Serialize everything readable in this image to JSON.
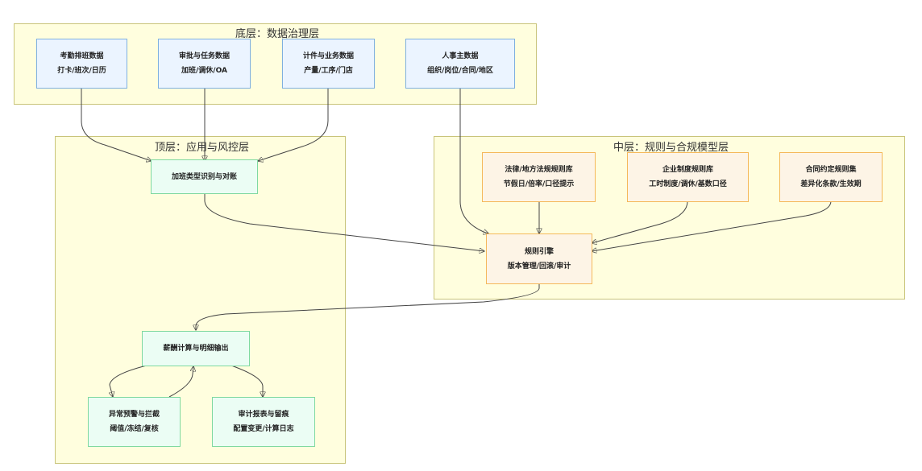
{
  "groups": {
    "bottom": {
      "title": "底层：数据治理层"
    },
    "top": {
      "title": "顶层：应用与风控层"
    },
    "middle": {
      "title": "中层：规则与合规模型层"
    }
  },
  "nodes": {
    "attendance": {
      "line1": "考勤排班数据",
      "line2": "打卡/班次/日历"
    },
    "approval": {
      "line1": "审批与任务数据",
      "line2": "加班/调休/OA"
    },
    "piecework": {
      "line1": "计件与业务数据",
      "line2": "产量/工序/门店"
    },
    "hr_master": {
      "line1": "人事主数据",
      "line2": "组织/岗位/合同/地区"
    },
    "ot_recognition": {
      "line1": "加班类型识别与对账"
    },
    "law_rules": {
      "line1": "法律/地方法规规则库",
      "line2": "节假日/倍率/口径提示"
    },
    "corp_rules": {
      "line1": "企业制度规则库",
      "line2": "工时制度/调休/基数口径"
    },
    "contract_rules": {
      "line1": "合同约定规则集",
      "line2": "差异化条款/生效期"
    },
    "rule_engine": {
      "line1": "规则引擎",
      "line2": "版本管理/回滚/审计"
    },
    "payroll_calc": {
      "line1": "薪酬计算与明细输出"
    },
    "alert": {
      "line1": "异常预警与拦截",
      "line2": "阈值/冻结/复核"
    },
    "audit_report": {
      "line1": "审计报表与留痕",
      "line2": "配置变更/计算日志"
    }
  },
  "edges": [
    {
      "from": "attendance",
      "to": "ot_recognition"
    },
    {
      "from": "approval",
      "to": "ot_recognition"
    },
    {
      "from": "piecework",
      "to": "ot_recognition"
    },
    {
      "from": "hr_master",
      "to": "rule_engine"
    },
    {
      "from": "law_rules",
      "to": "rule_engine"
    },
    {
      "from": "corp_rules",
      "to": "rule_engine"
    },
    {
      "from": "contract_rules",
      "to": "rule_engine"
    },
    {
      "from": "ot_recognition",
      "to": "rule_engine"
    },
    {
      "from": "rule_engine",
      "to": "payroll_calc"
    },
    {
      "from": "payroll_calc",
      "to": "alert"
    },
    {
      "from": "alert",
      "to": "payroll_calc"
    },
    {
      "from": "payroll_calc",
      "to": "audit_report"
    }
  ]
}
